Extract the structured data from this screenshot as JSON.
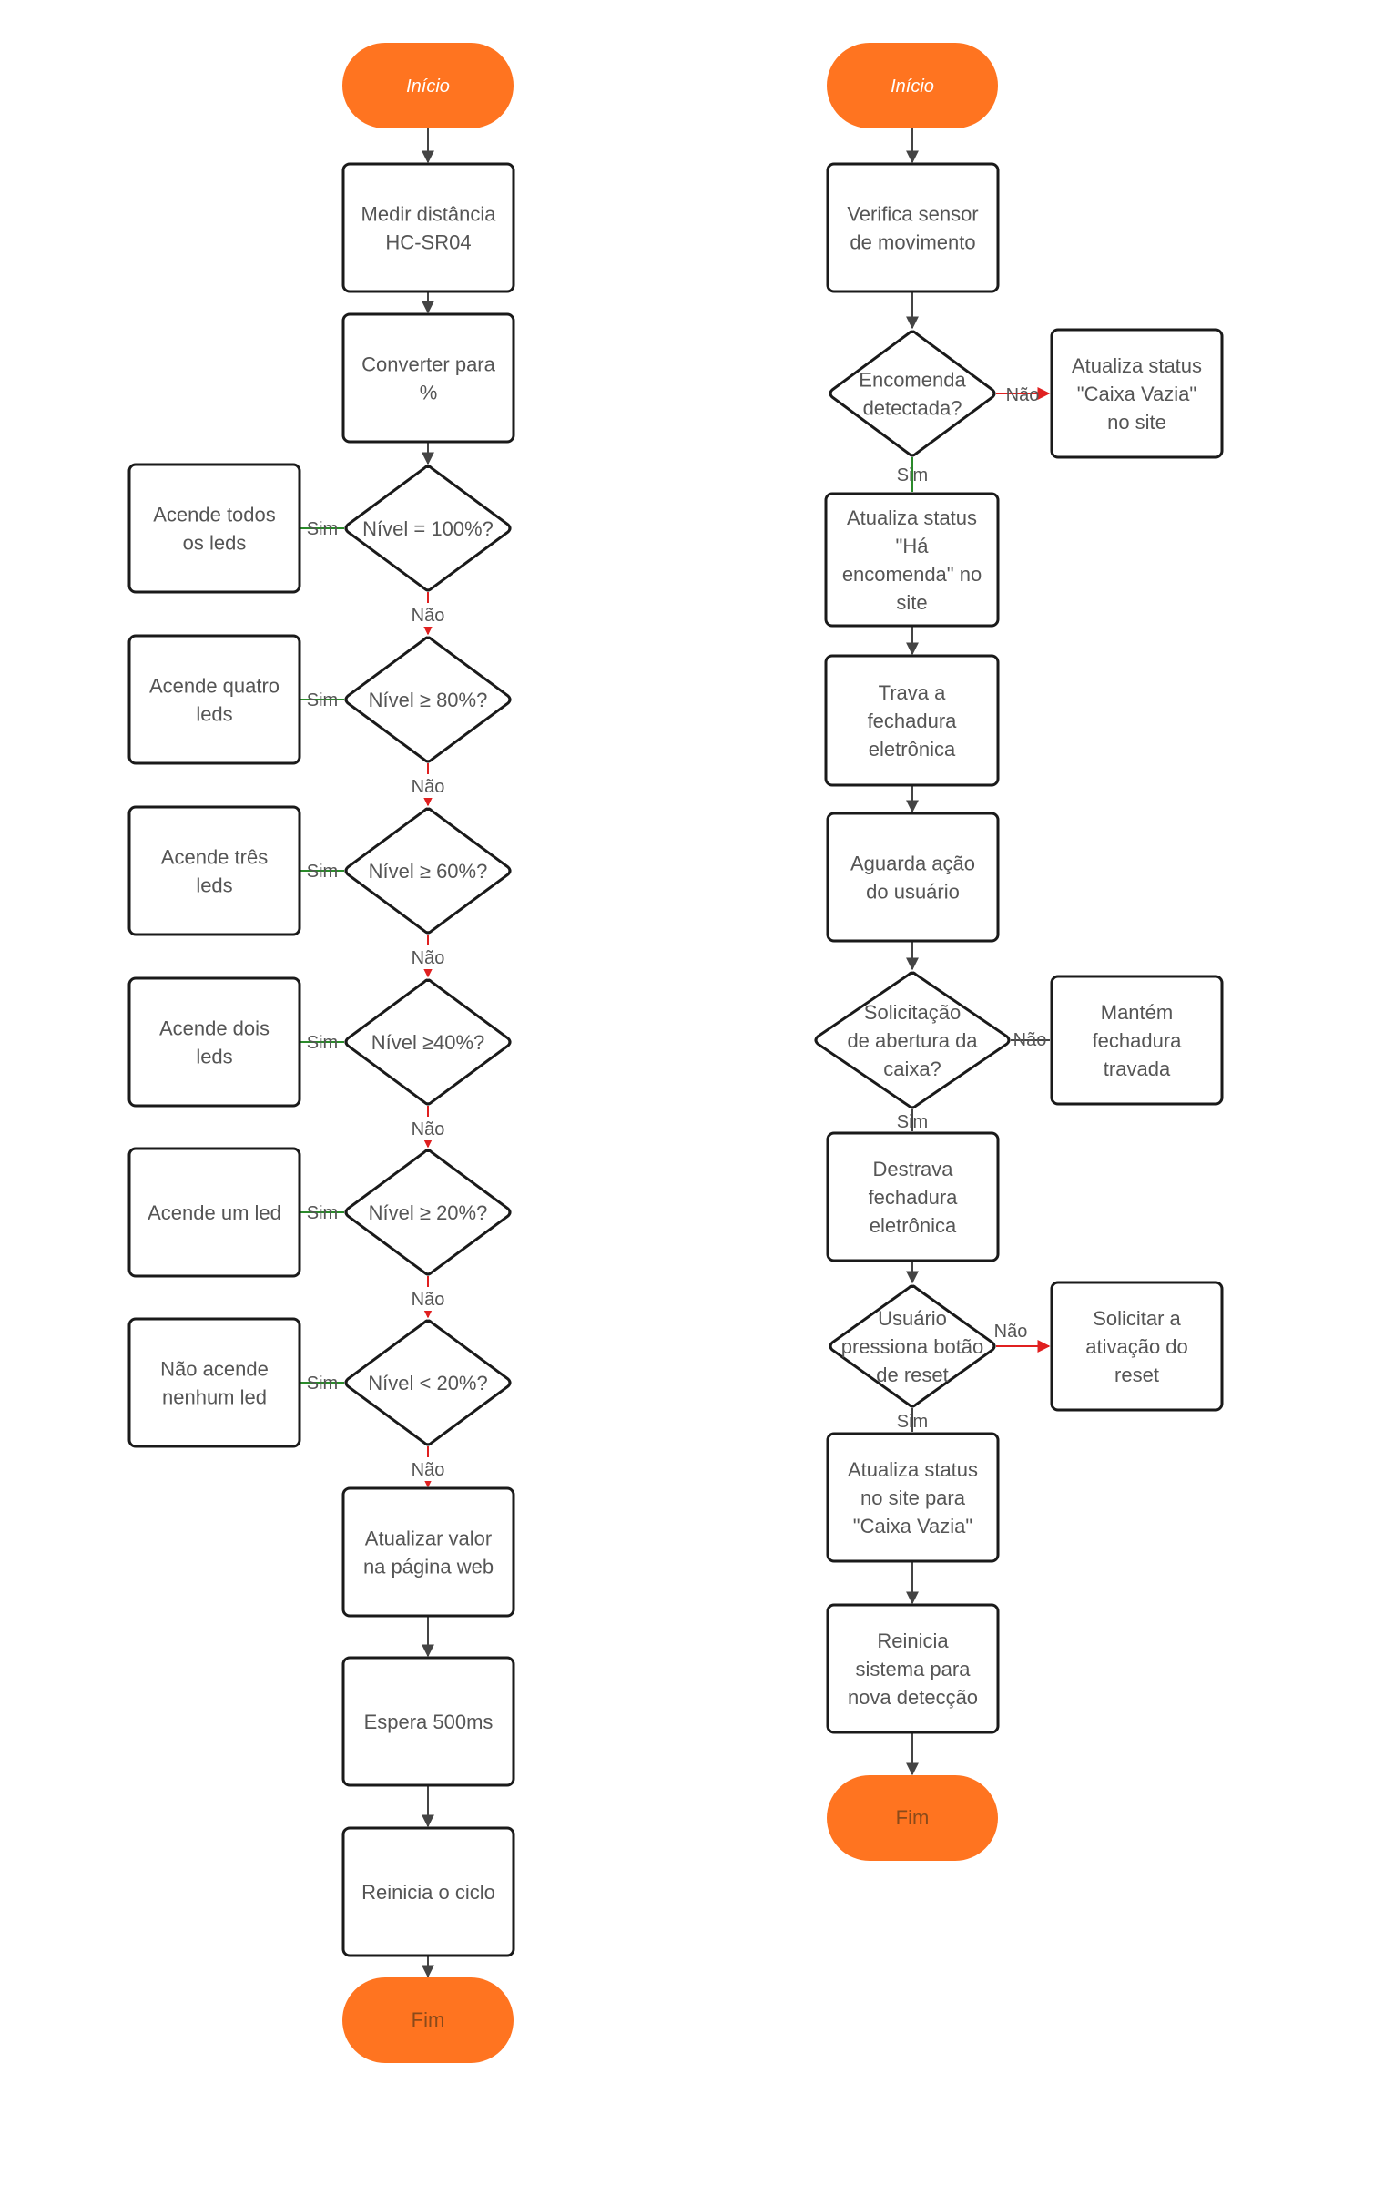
{
  "left_flow": {
    "start": "Início",
    "measure": [
      "Medir distância",
      "HC-SR04"
    ],
    "convert": [
      "Converter para",
      "%"
    ],
    "levels": [
      {
        "cond": "Nível = 100%?",
        "action": [
          "Acende todos",
          "os leds"
        ]
      },
      {
        "cond": "Nível ≥ 80%?",
        "action": [
          "Acende quatro",
          "leds"
        ]
      },
      {
        "cond": "Nível ≥ 60%?",
        "action": [
          "Acende três",
          "leds"
        ]
      },
      {
        "cond": "Nível ≥40%?",
        "action": [
          "Acende dois",
          "leds"
        ]
      },
      {
        "cond": "Nível ≥ 20%?",
        "action": [
          "Acende um led"
        ]
      },
      {
        "cond": "Nível < 20%?",
        "action": [
          "Não acende",
          "nenhum led"
        ]
      }
    ],
    "update": [
      "Atualizar valor",
      "na página web"
    ],
    "wait": [
      "Espera 500ms"
    ],
    "restart": [
      "Reinicia o ciclo"
    ],
    "end": "Fim",
    "yes_label": "Sim",
    "no_label": "Não"
  },
  "right_flow": {
    "start": "Início",
    "check_sensor": [
      "Verifica sensor",
      "de movimento"
    ],
    "package_detected": [
      "Encomenda",
      "detectada?"
    ],
    "status_empty": [
      "Atualiza status",
      "\"Caixa Vazia\"",
      "no site"
    ],
    "status_package": [
      "Atualiza status",
      "\"Há",
      "encomenda\" no",
      "site"
    ],
    "lock": [
      "Trava a",
      "fechadura",
      "eletrônica"
    ],
    "await_user": [
      "Aguarda ação",
      "do usuário"
    ],
    "open_request": [
      "Solicitação",
      "de abertura da",
      "caixa?"
    ],
    "keep_locked": [
      "Mantém",
      "fechadura",
      "travada"
    ],
    "unlock": [
      "Destrava",
      "fechadura",
      "eletrônica"
    ],
    "reset_pressed": [
      "Usuário",
      "pressiona botão",
      "de reset"
    ],
    "request_reset": [
      "Solicitar a",
      "ativação do",
      "reset"
    ],
    "status_site_empty": [
      "Atualiza status",
      "no site para",
      "\"Caixa Vazia\""
    ],
    "restart_system": [
      "Reinicia",
      "sistema para",
      "nova detecção"
    ],
    "end": "Fim",
    "yes_label": "Sim",
    "no_label": "Não"
  },
  "colors": {
    "terminal": "#ff7420",
    "no_edge": "#e02020",
    "yes_edge": "#2a8a2a",
    "line": "#444444"
  }
}
